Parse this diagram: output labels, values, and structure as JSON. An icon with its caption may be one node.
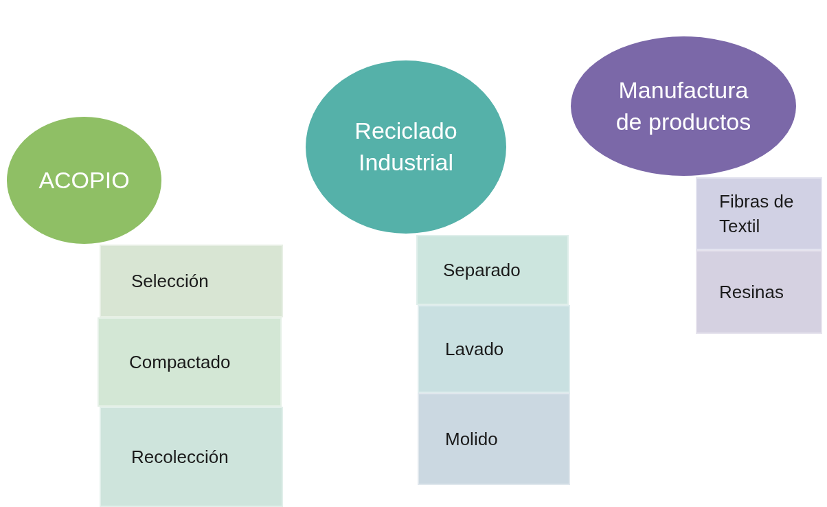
{
  "diagram": {
    "nodes": [
      {
        "text": [
          "ACOPIO"
        ]
      },
      {
        "text": [
          "Selección"
        ]
      },
      {
        "text": [
          "Compactado"
        ]
      },
      {
        "text": [
          "Recolección"
        ]
      },
      {
        "text": [
          "Reciclado Industrial"
        ]
      },
      {
        "text": [
          "Separado"
        ]
      },
      {
        "text": [
          "Lavado"
        ]
      },
      {
        "text": [
          "Molido"
        ]
      },
      {
        "text": [
          "Manufactura de productos"
        ]
      },
      {
        "text": [
          "Fibras de Textil"
        ]
      },
      {
        "text": [
          "Resinas"
        ]
      }
    ]
  }
}
